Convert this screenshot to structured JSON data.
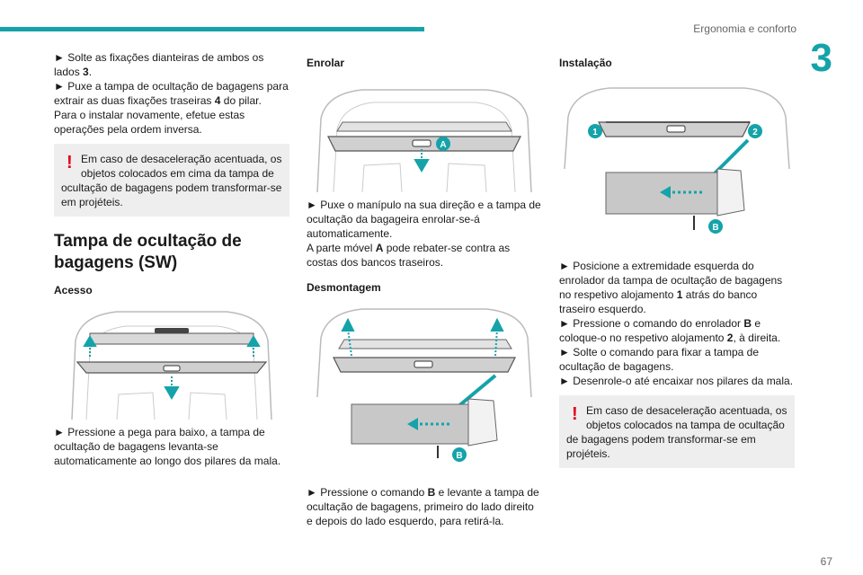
{
  "header": {
    "title": "Ergonomia e conforto",
    "chapter": "3"
  },
  "page_number": "67",
  "col1": {
    "steps": [
      {
        "prefix": "►",
        "text1": "Solte as fixações dianteiras de ambos os lados ",
        "bold": "3",
        "text2": "."
      },
      {
        "prefix": "►",
        "text1": "Puxe a tampa de ocultação de bagagens para extrair as duas fixações traseiras ",
        "bold": "4",
        "text2": " do pilar."
      }
    ],
    "note": "Para o instalar novamente, efetue estas operações pela ordem inversa.",
    "warning": {
      "mark": "!",
      "line1": "Em caso de desaceleração acentuada, os objetos colocados em cima da tampa de",
      "line2": "ocultação de bagagens podem transformar-se em projéteis."
    },
    "section_title": "Tampa de ocultação de bagagens (SW)",
    "sub_title": "Acesso",
    "step_after": {
      "prefix": "►",
      "text": "Pressione a pega para baixo, a tampa de ocultação de bagagens levanta-se automaticamente ao longo dos pilares da mala."
    }
  },
  "col2": {
    "sub_title1": "Enrolar",
    "fig1_label": "A",
    "step1": {
      "prefix": "►",
      "text": "Puxe o manípulo na sua direção e a tampa de ocultação da bagageira enrolar-se-á automaticamente."
    },
    "note1": {
      "text1": "A parte móvel ",
      "bold": "A",
      "text2": " pode rebater-se contra as costas dos bancos traseiros."
    },
    "sub_title2": "Desmontagem",
    "fig2_label": "B",
    "step2": {
      "prefix": "►",
      "text1": "Pressione o comando ",
      "bold": "B",
      "text2": " e levante a tampa de ocultação de bagagens, primeiro do lado direito e depois do lado esquerdo, para retirá-la."
    }
  },
  "col3": {
    "sub_title": "Instalação",
    "fig_labels": {
      "one": "1",
      "two": "2",
      "b": "B"
    },
    "steps": [
      {
        "prefix": "►",
        "text1": "Posicione a extremidade esquerda do enrolador da tampa de ocultação de bagagens no respetivo alojamento ",
        "bold": "1",
        "text2": " atrás do banco traseiro esquerdo."
      },
      {
        "prefix": "►",
        "text1": "Pressione o comando do enrolador ",
        "bold": "B",
        "text2": " e coloque-o no respetivo alojamento ",
        "bold2": "2",
        "text3": ", à direita."
      },
      {
        "prefix": "►",
        "text1": "Solte o comando para fixar a tampa de ocultação de bagagens.",
        "bold": "",
        "text2": ""
      },
      {
        "prefix": "►",
        "text1": "Desenrole-o até encaixar nos pilares da mala.",
        "bold": "",
        "text2": ""
      }
    ],
    "warning": {
      "mark": "!",
      "line1": "Em caso de desaceleração acentuada, os objetos colocados na tampa de ocultação",
      "line2": "de bagagens podem transformar-se em projéteis."
    }
  },
  "colors": {
    "accent": "#14a3a9",
    "warning": "#e2001a"
  }
}
